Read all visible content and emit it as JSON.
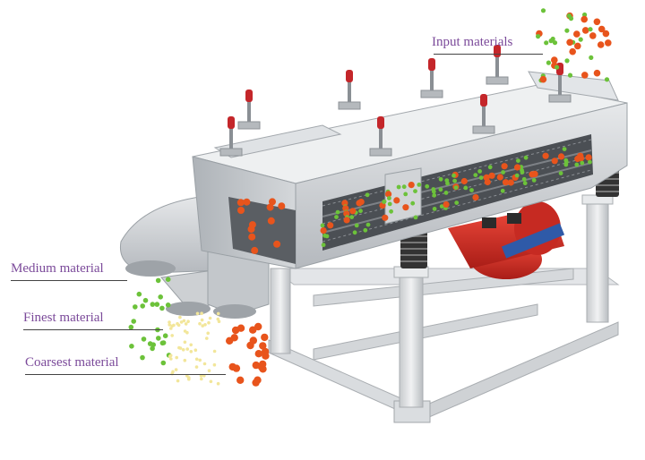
{
  "labels": {
    "input": "Input materials",
    "medium": "Medium material",
    "finest": "Finest material",
    "coarsest": "Coarsest material"
  },
  "colors": {
    "label_text": "#7b4a9a",
    "machine_body": "#c9ccd0",
    "machine_shadow": "#9ea3a8",
    "frame": "#dde0e3",
    "motor": "#d9302a",
    "clamp_handle": "#c4262a",
    "spring": "#2b2b2b",
    "coarse_particle": "#e8541c",
    "medium_particle": "#6cc23a",
    "fine_particle": "#f2e69a"
  },
  "icons": {
    "machine": "linear-vibrating-screen-illustration"
  }
}
